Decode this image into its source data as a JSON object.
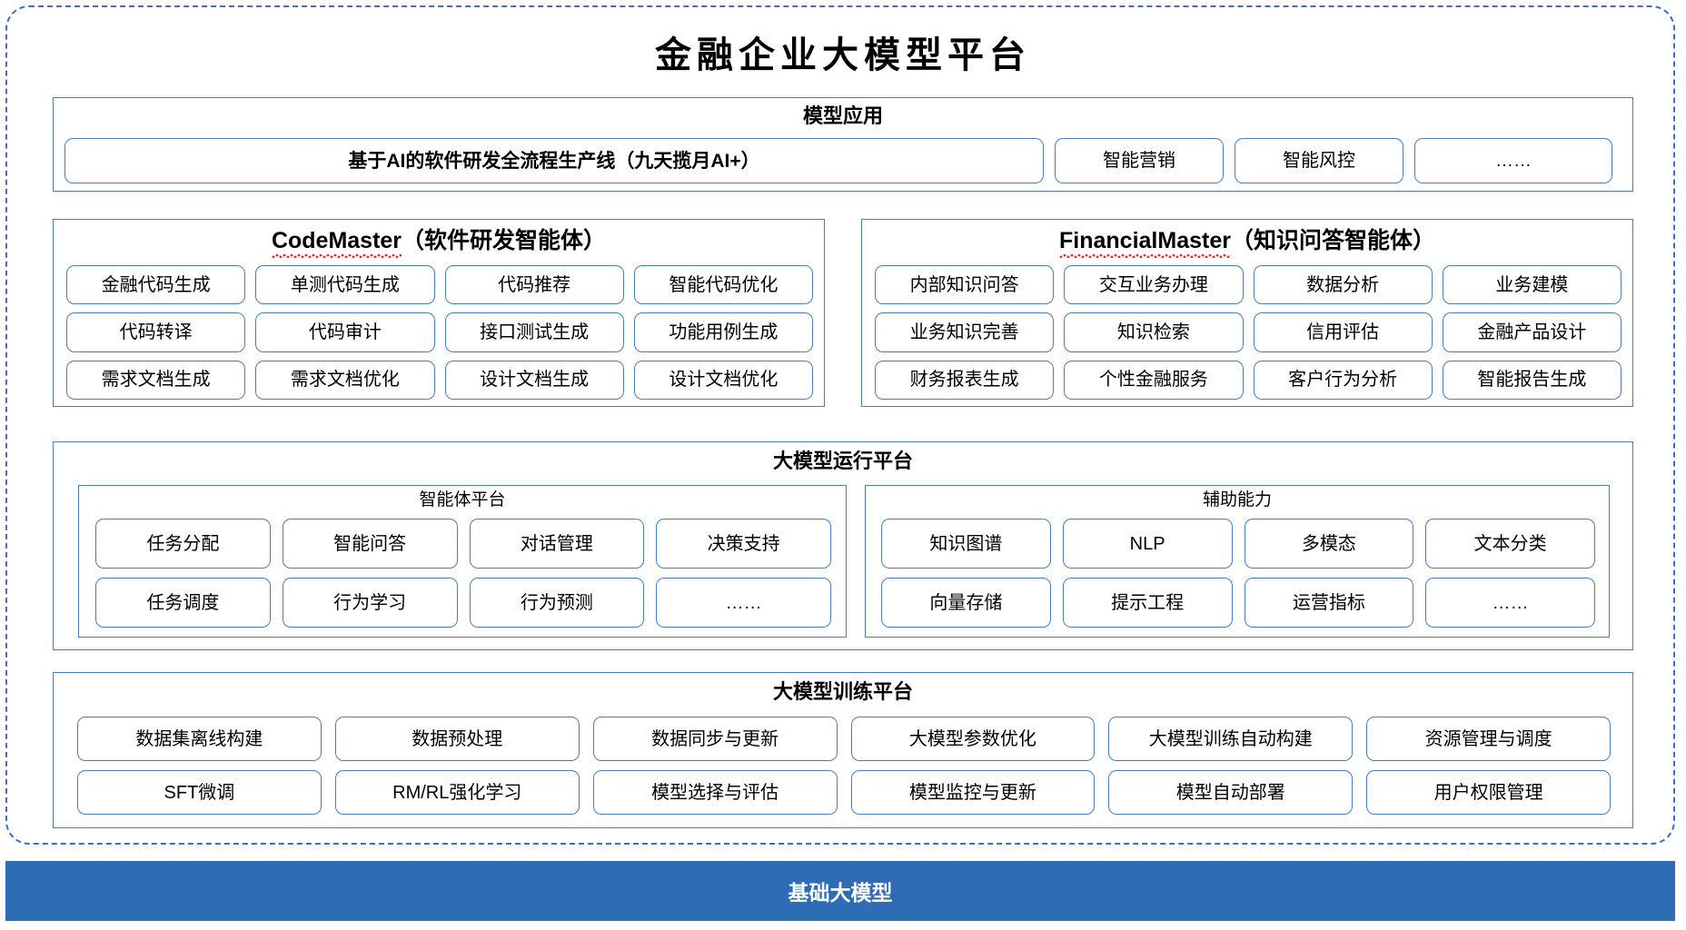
{
  "title": "金融企业大模型平台",
  "foundation": {
    "label": "基础大模型"
  },
  "app_layer": {
    "title": "模型应用",
    "hero": "基于AI的软件研发全流程生产线（九天揽月AI+）",
    "items": [
      "智能营销",
      "智能风控",
      "……"
    ]
  },
  "agents": [
    {
      "name": "CodeMaster",
      "suffix": "（软件研发智能体）",
      "items": [
        "金融代码生成",
        "单测代码生成",
        "代码推荐",
        "智能代码优化",
        "代码转译",
        "代码审计",
        "接口测试生成",
        "功能用例生成",
        "需求文档生成",
        "需求文档优化",
        "设计文档生成",
        "设计文档优化"
      ]
    },
    {
      "name": "FinancialMaster",
      "suffix": "（知识问答智能体）",
      "items": [
        "内部知识问答",
        "交互业务办理",
        "数据分析",
        "业务建模",
        "业务知识完善",
        "知识检索",
        "信用评估",
        "金融产品设计",
        "财务报表生成",
        "个性金融服务",
        "客户行为分析",
        "智能报告生成"
      ]
    }
  ],
  "runtime_layer": {
    "title": "大模型运行平台",
    "groups": [
      {
        "title": "智能体平台",
        "items": [
          "任务分配",
          "智能问答",
          "对话管理",
          "决策支持",
          "任务调度",
          "行为学习",
          "行为预测",
          "……"
        ]
      },
      {
        "title": "辅助能力",
        "items": [
          "知识图谱",
          "NLP",
          "多模态",
          "文本分类",
          "向量存储",
          "提示工程",
          "运营指标",
          "……"
        ]
      }
    ]
  },
  "training_layer": {
    "title": "大模型训练平台",
    "items": [
      "数据集离线构建",
      "数据预处理",
      "数据同步与更新",
      "大模型参数优化",
      "大模型训练自动构建",
      "资源管理与调度",
      "SFT微调",
      "RM/RL强化学习",
      "模型选择与评估",
      "模型监控与更新",
      "模型自动部署",
      "用户权限管理"
    ]
  },
  "colors": {
    "border_blue": "#4a7ebb",
    "frame_blue": "#3c6fc4",
    "foundation_blue": "#2e6cb5",
    "spell_red": "#e03030"
  }
}
